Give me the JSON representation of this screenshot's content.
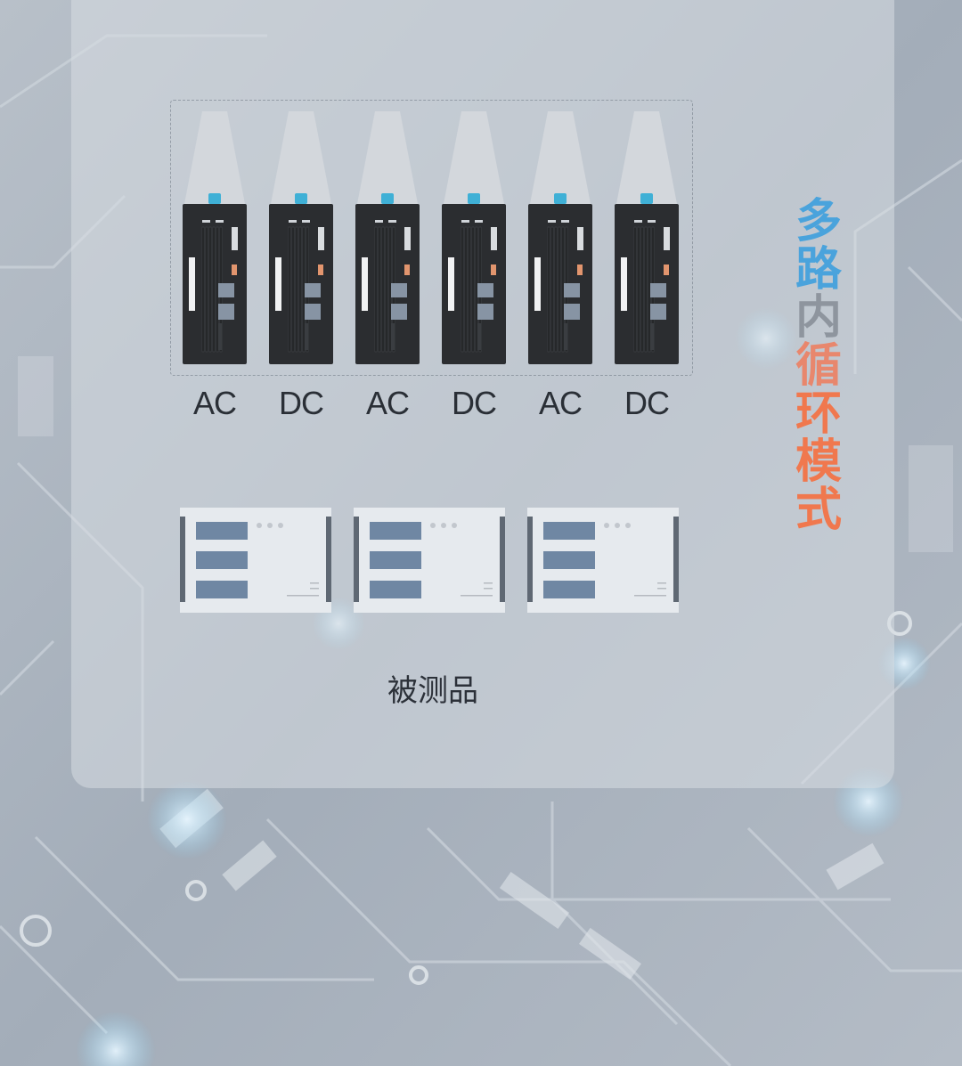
{
  "title": {
    "chars": [
      {
        "char": "多",
        "color": "#4aa3dc"
      },
      {
        "char": "路",
        "color": "#4aa3dc"
      },
      {
        "char": "内",
        "color": "#8e959e"
      },
      {
        "char": "循",
        "color": "#e8876d"
      },
      {
        "char": "环",
        "color": "#f0784e"
      },
      {
        "char": "模",
        "color": "#f0784e"
      },
      {
        "char": "式",
        "color": "#f0784e"
      }
    ]
  },
  "power_units": [
    "AC",
    "DC",
    "AC",
    "DC",
    "AC",
    "DC"
  ],
  "dut_count": 3,
  "dut_label": "被测品",
  "colors": {
    "psu_body": "#2b2d30",
    "psu_hood": "#d3d7dc",
    "psu_connector": "#3fb0d6",
    "dut_body": "#e6eaee",
    "dut_slot": "#6f87a3"
  }
}
